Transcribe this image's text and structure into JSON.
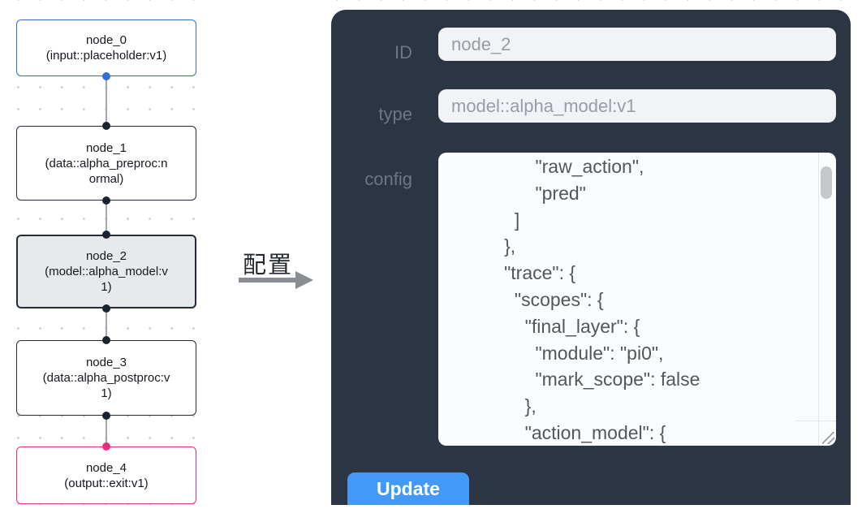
{
  "flow": {
    "nodes": [
      {
        "name": "node_0",
        "type_label": "(input::placeholder:v1)",
        "kind": "input"
      },
      {
        "name": "node_1",
        "type_label": "(data::alpha_preproc:normal)",
        "kind": "process"
      },
      {
        "name": "node_2",
        "type_label": "(model::alpha_model:v1)",
        "kind": "model",
        "selected": true
      },
      {
        "name": "node_3",
        "type_label": "(data::alpha_postproc:v1)",
        "kind": "process"
      },
      {
        "name": "node_4",
        "type_label": "(output::exit:v1)",
        "kind": "output"
      }
    ],
    "colors": {
      "input_border": "#3a6bc9",
      "output_border": "#ea2e7f",
      "default_border": "#242b3a",
      "selected_fill": "#e8e9eb",
      "input_port": "#2f6be4",
      "output_port": "#ea2e7f",
      "default_port": "#1b2230"
    }
  },
  "annotation": {
    "label": "配置",
    "arrow_color": "#8a8d92"
  },
  "panel": {
    "bg_color": "#2c3544",
    "fields": [
      {
        "label": "ID",
        "value": "node_2"
      },
      {
        "label": "type",
        "value": "model::alpha_model:v1"
      }
    ],
    "config": {
      "label": "config",
      "text": "              \"raw_action\",\n              \"pred\"\n          ]\n        },\n        \"trace\": {\n          \"scopes\": {\n            \"final_layer\": {\n              \"module\": \"pi0\",\n              \"mark_scope\": false\n            },\n            \"action_model\": {"
    },
    "update_label": "Update",
    "button_color": "#429af6"
  }
}
